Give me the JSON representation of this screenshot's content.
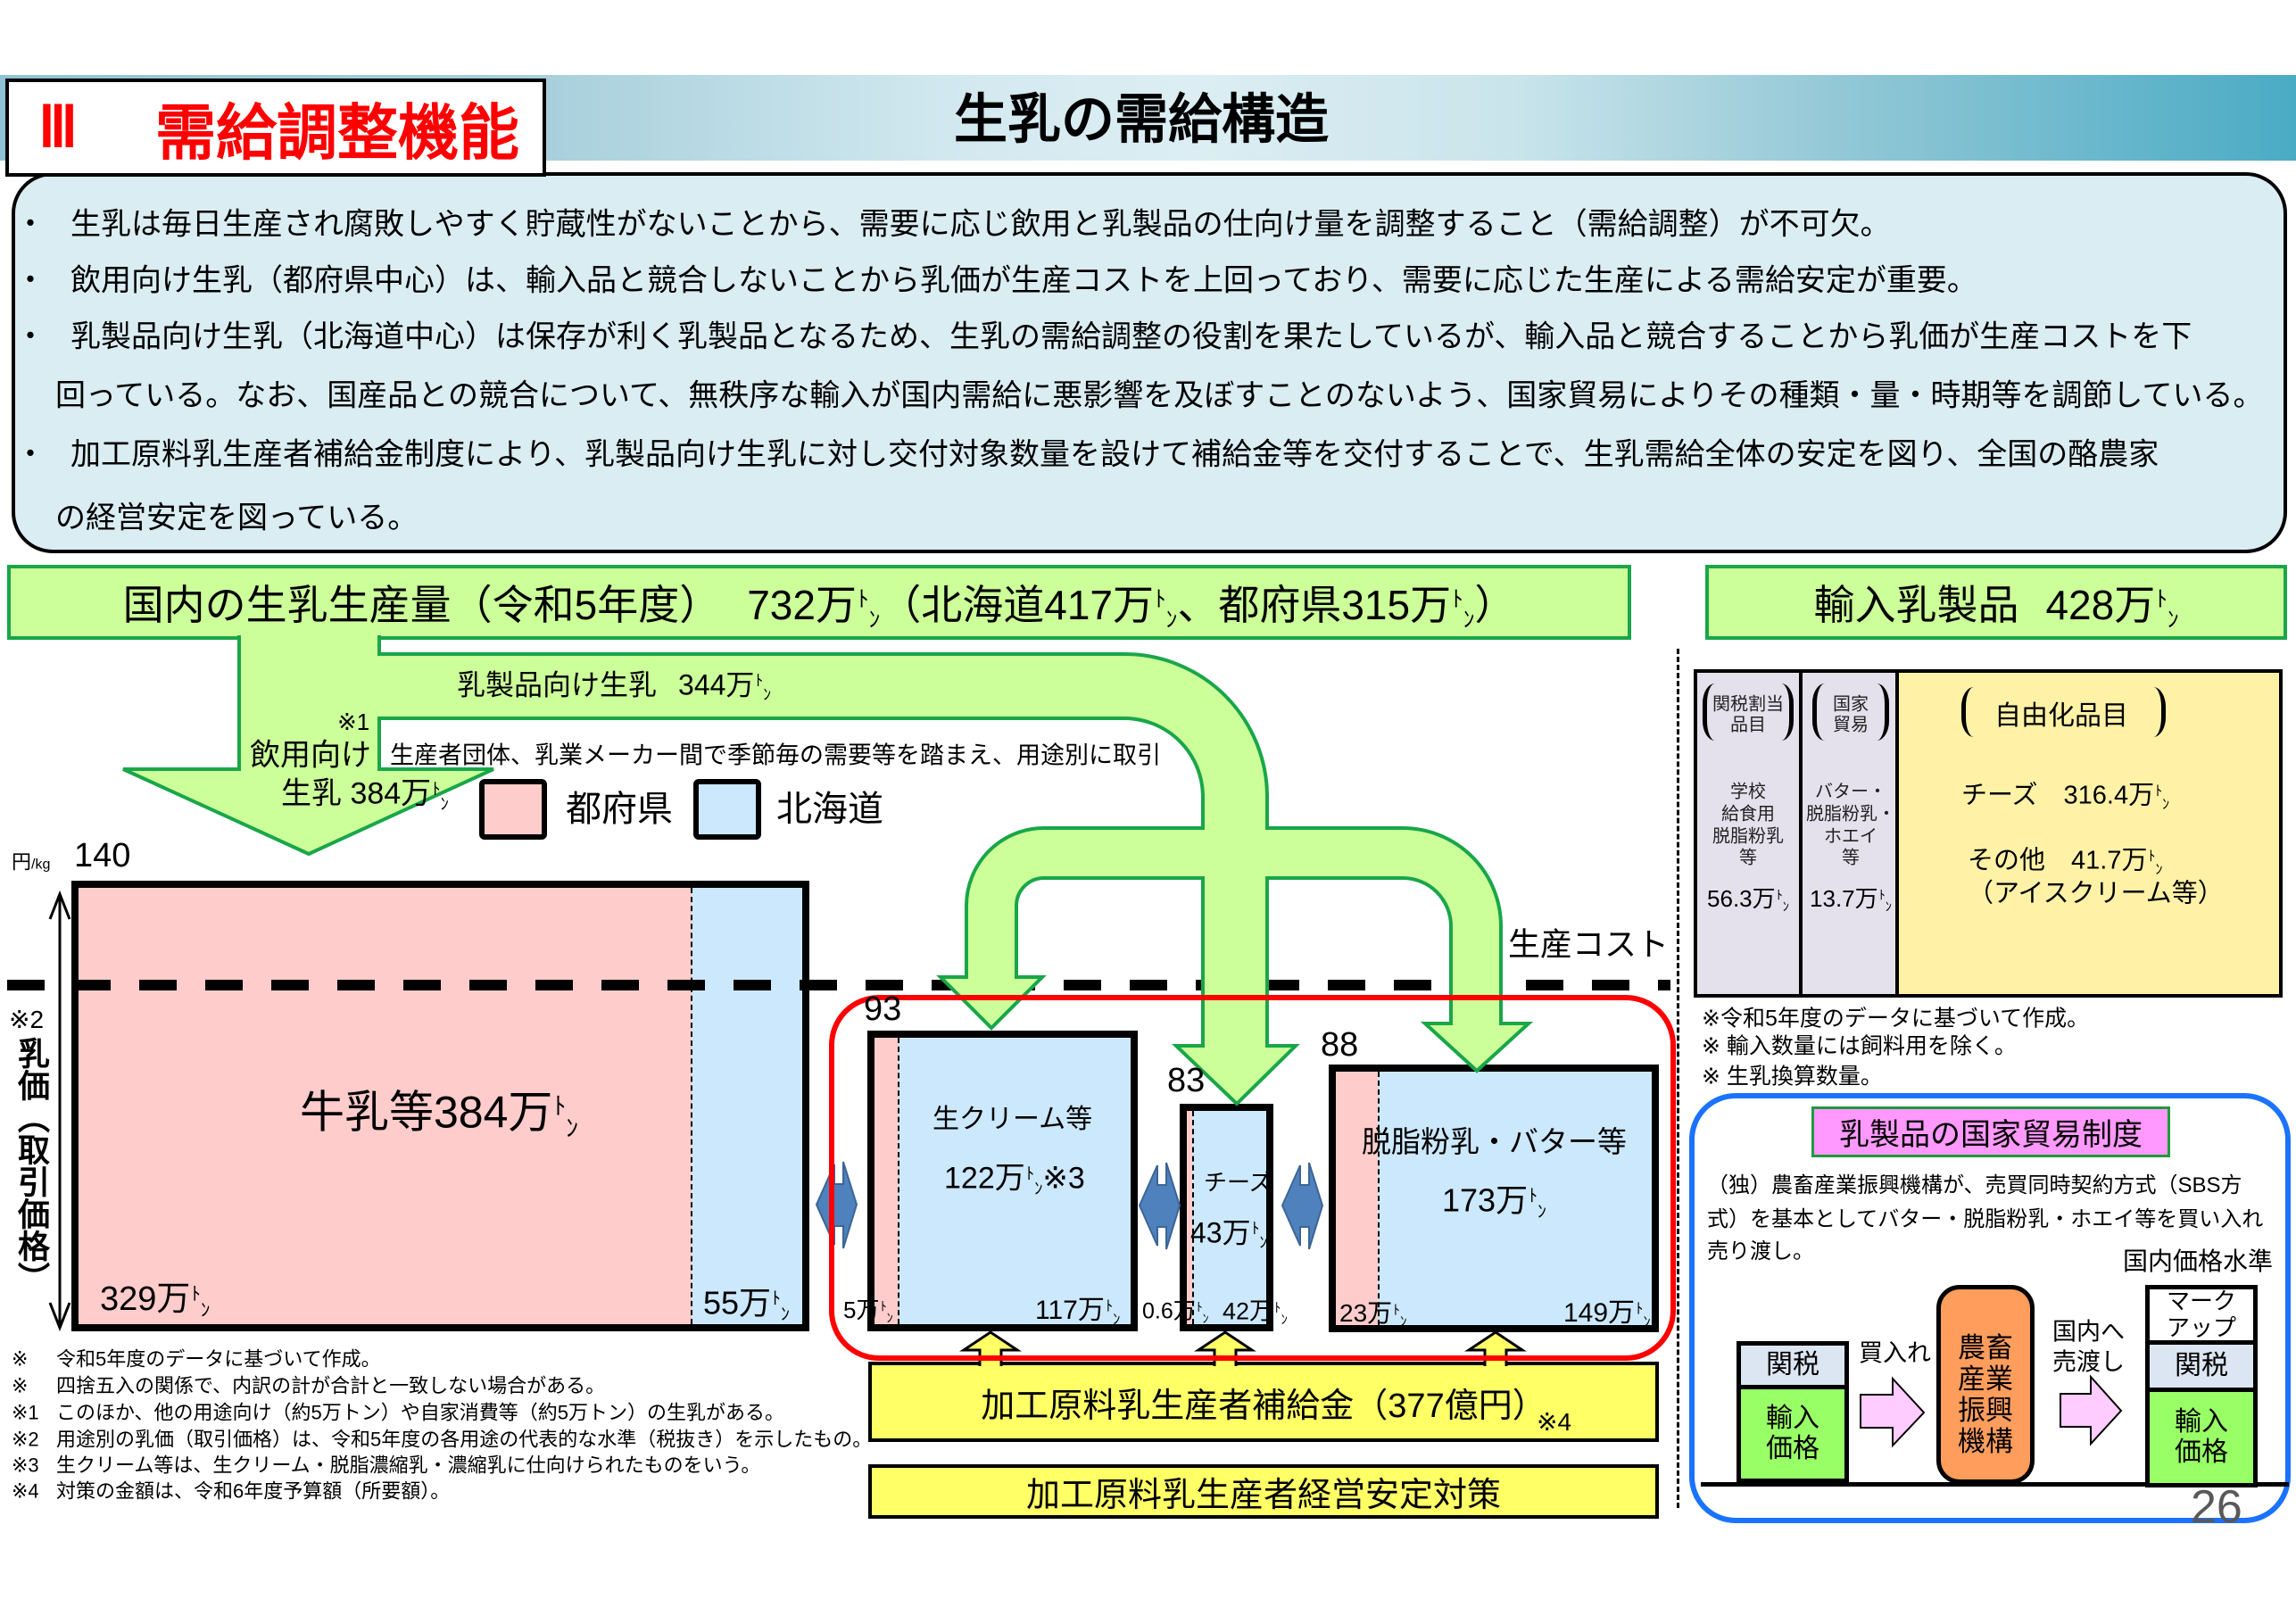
{
  "header": {
    "section_number": "Ⅲ",
    "section_title": "需給調整機能",
    "title": "生乳の需給構造"
  },
  "summary": {
    "lines": [
      {
        "bullet": "・",
        "text": "生乳は毎日生産され腐敗しやすく貯蔵性がないことから、需要に応じ飲用と乳製品の仕向け量を調整すること（需給調整）が不可欠。"
      },
      {
        "bullet": "・",
        "text": "飲用向け生乳（都府県中心）は、輸入品と競合しないことから乳価が生産コストを上回っており、需要に応じた生産による需給安定が重要。"
      },
      {
        "bullet": "・",
        "text": "乳製品向け生乳（北海道中心）は保存が利く乳製品となるため、生乳の需給調整の役割を果たしているが、輸入品と競合することから乳価が生産コストを下"
      },
      {
        "text": "回っている。なお、国産品との競合について、無秩序な輸入が国内需給に悪影響を及ぼすことのないよう、国家貿易によりその種類・量・時期等を調節している。"
      },
      {
        "bullet": "・",
        "text": "加工原料乳生産者補給金制度により、乳製品向け生乳に対し交付対象数量を設けて補給金等を交付することで、生乳需給全体の安定を図り、全国の酪農家"
      },
      {
        "text": "の経営安定を図っている。"
      }
    ]
  },
  "domestic_production": {
    "title": "国内の生乳生産量（令和5年度）",
    "total": "732万ﾄﾝ",
    "breakdown": "（北海道417万ﾄﾝ、都府県315万ﾄﾝ）"
  },
  "imports_banner": {
    "title": "輸入乳製品",
    "total": "428万ﾄﾝ"
  },
  "flows": {
    "dairy_use": {
      "label": "乳製品向け生乳",
      "volume": "344万ﾄﾝ"
    },
    "drinking_use": {
      "note": "※1",
      "label": "飲用向け",
      "volume": "生乳 384万ﾄﾝ"
    },
    "trade_note": "生産者団体、乳業メーカー間で季節毎の需要等を踏まえ、用途別に取引"
  },
  "legend": [
    {
      "label": "都府県",
      "color": "#ffcccc"
    },
    {
      "label": "北海道",
      "color": "#cce8fc"
    }
  ],
  "price_axis": {
    "unit_main": "円",
    "unit_sub": "/kg",
    "note": "※2",
    "label": "乳価（取引価格）",
    "production_cost_label": "生産コスト"
  },
  "uses": {
    "drinking": {
      "price": "140",
      "label": "牛乳等384万ﾄﾝ",
      "prefecture_volume": "329万ﾄﾝ",
      "hokkaido_volume": "55万ﾄﾝ"
    },
    "cream": {
      "price": "93",
      "name": "生クリーム等",
      "total": "122万ﾄﾝ※3",
      "prefecture_volume": "5万ﾄﾝ",
      "hokkaido_volume": "117万ﾄﾝ"
    },
    "cheese": {
      "price": "83",
      "name": "チーズ",
      "total": "43万ﾄﾝ",
      "prefecture_volume": "0.6万ﾄﾝ",
      "hokkaido_volume": "42万ﾄﾝ"
    },
    "powder_butter": {
      "price": "88",
      "name": "脱脂粉乳・バター等",
      "total": "173万ﾄﾝ",
      "prefecture_volume": "23万ﾄﾝ",
      "hokkaido_volume": "149万ﾄﾝ"
    }
  },
  "support": {
    "subsidy": "加工原料乳生産者補給金（377億円）",
    "subsidy_note": "※4",
    "stabilization": "加工原料乳生産者経営安定対策"
  },
  "imports": {
    "tariff_quota": {
      "header": [
        "関税割当",
        "品目"
      ],
      "items": [
        "学校",
        "給食用",
        "脱脂粉乳",
        "等"
      ],
      "volume": "56.3万ﾄﾝ"
    },
    "state_trade": {
      "header": [
        "国家",
        "貿易"
      ],
      "items": [
        "バター・",
        "脱脂粉乳・",
        "ホエイ",
        "等"
      ],
      "volume": "13.7万ﾄﾝ"
    },
    "liberalized": {
      "header": "自由化品目",
      "cheese": "チーズ　316.4万ﾄﾝ",
      "other": "その他　41.7万ﾄﾝ",
      "other_detail": "（アイスクリーム等）"
    },
    "notes": [
      "※令和5年度のデータに基づいて作成。",
      "※ 輸入数量には飼料用を除く。",
      "※ 生乳換算数量。"
    ]
  },
  "state_trade_system": {
    "title": "乳製品の国家貿易制度",
    "description": [
      "（独）農畜産業振興機構が、売買同時契約方式（SBS方",
      "式）を基本としてバター・脱脂粉乳・ホエイ等を買い入れ",
      "売り渡し。"
    ],
    "domestic_price_level": "国内価格水準",
    "import_stack": {
      "tariff": "関税",
      "import_price": [
        "輸入",
        "価格"
      ]
    },
    "buy_label": "買入れ",
    "agency": [
      "農畜",
      "産業",
      "振興",
      "機構"
    ],
    "sell_label": [
      "国内へ",
      "売渡し"
    ],
    "domestic_stack": {
      "markup": [
        "マーク",
        "アップ"
      ],
      "tariff": "関税",
      "import_price": [
        "輸入",
        "価格"
      ]
    }
  },
  "footnotes": [
    {
      "marker": "※",
      "text": "令和5年度のデータに基づいて作成。"
    },
    {
      "marker": "※",
      "text": "四捨五入の関係で、内訳の計が合計と一致しない場合がある。"
    },
    {
      "marker": "※1",
      "text": "このほか、他の用途向け（約5万トン）や自家消費等（約5万トン）の生乳がある。"
    },
    {
      "marker": "※2",
      "text": "用途別の乳価（取引価格）は、令和5年度の各用途の代表的な水準（税抜き）を示したもの。"
    },
    {
      "marker": "※3",
      "text": "生クリーム等は、生クリーム・脱脂濃縮乳・濃縮乳に仕向けられたものをいう。"
    },
    {
      "marker": "※4",
      "text": "対策の金額は、令和6年度予算額（所要額）。"
    }
  ],
  "page_number": "26",
  "colors": {
    "section_title": "#ff0000",
    "flow_fill": "#ccff99",
    "flow_border": "#19a649",
    "prefecture": "#ffcccc",
    "hokkaido": "#cce8fc",
    "support_box": "#ffff66",
    "frame_red": "#ff0000",
    "frame_blue": "#1a72ff",
    "agency": "#ff9d5c"
  }
}
